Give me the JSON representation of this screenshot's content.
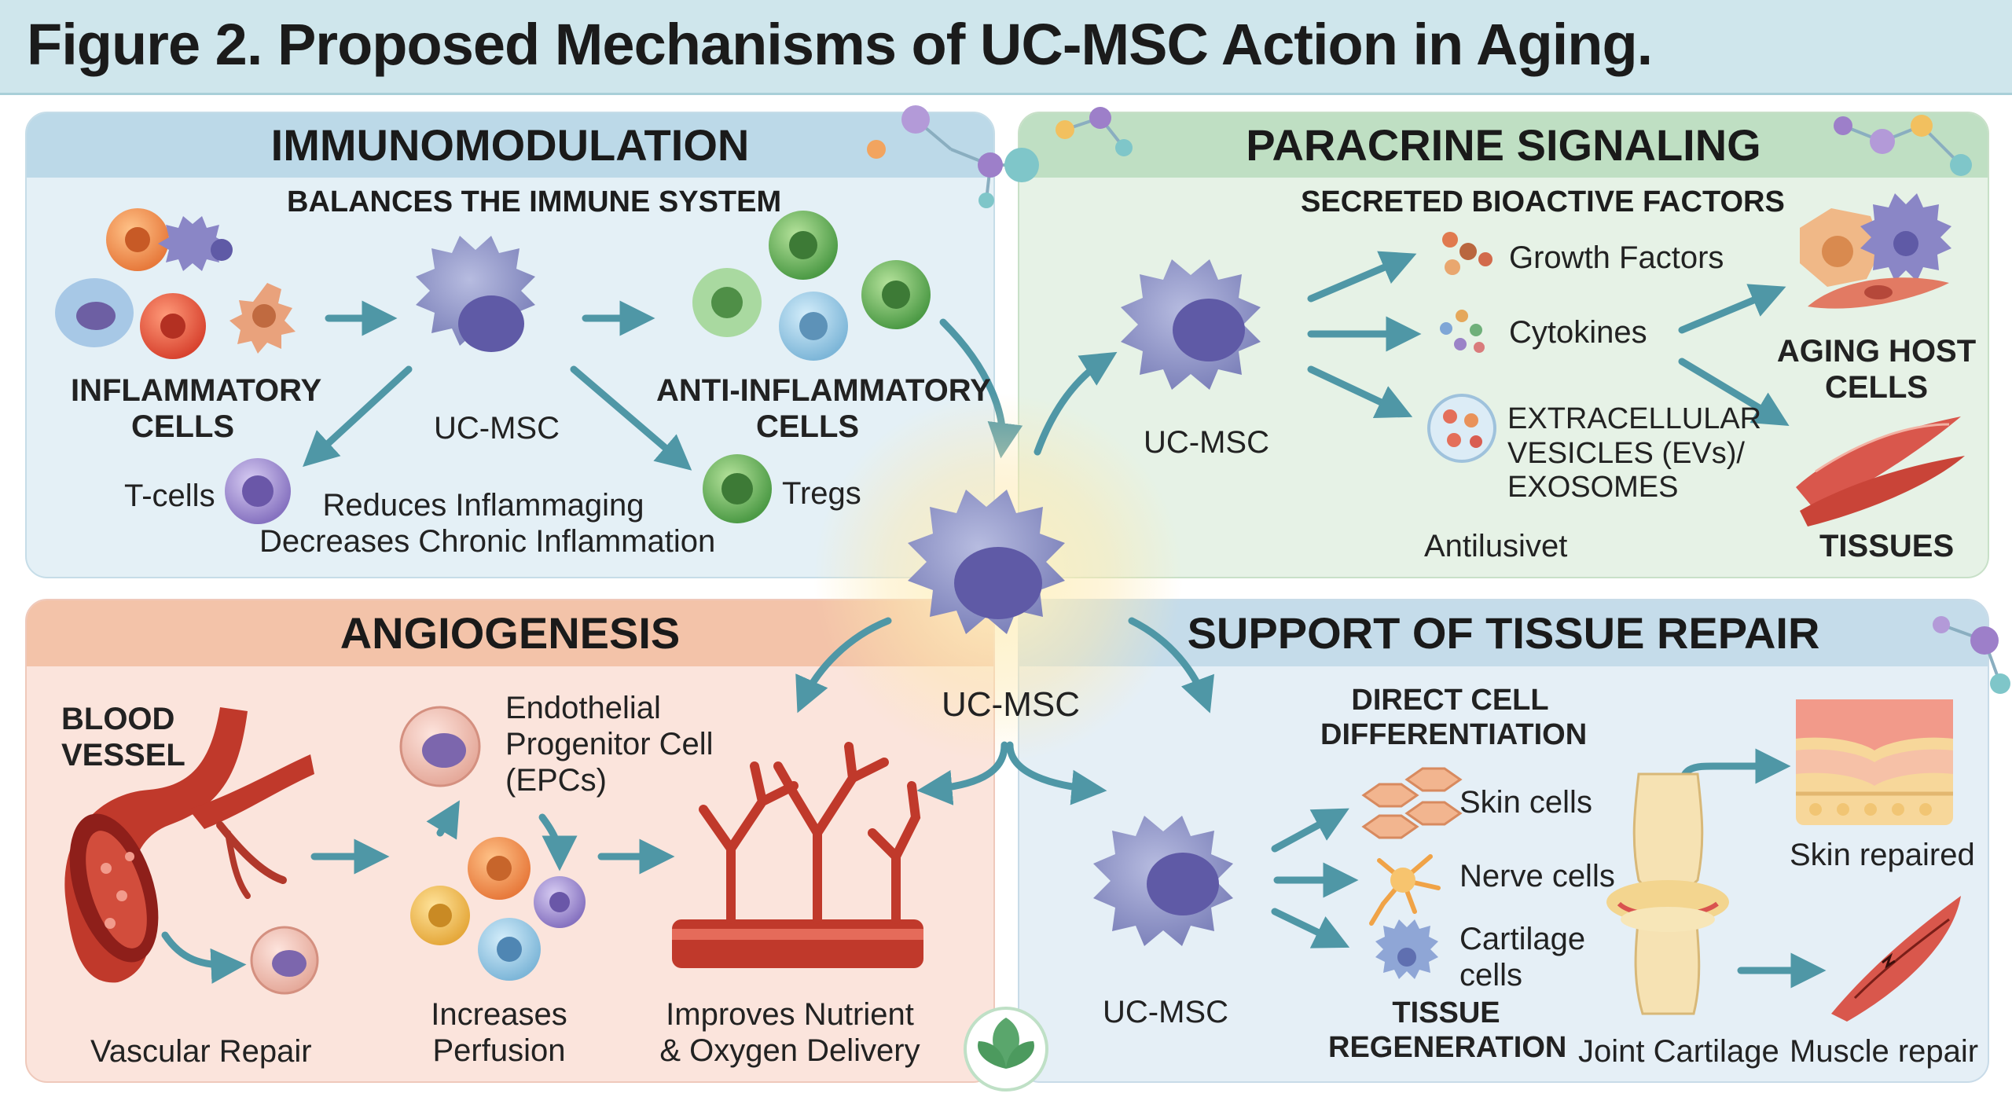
{
  "title": "Figure 2. Proposed Mechanisms of UC-MSC Action in Aging.",
  "center": {
    "label": "UC-MSC"
  },
  "immunomodulation": {
    "header": "IMMUNOMODULATION",
    "subtitle": "BALANCES THE IMMUNE SYSTEM",
    "inflammatory_line1": "INFLAMMATORY",
    "inflammatory_line2": "CELLS",
    "msc_label": "UC-MSC",
    "anti_line1": "ANTI-INFLAMMATORY",
    "anti_line2": "CELLS",
    "tcells": "T-cells",
    "tregs": "Tregs",
    "note_line1": "Reduces Inflammaging",
    "note_line2": "Decreases Chronic Inflammation"
  },
  "paracrine": {
    "header": "PARACRINE SIGNALING",
    "subtitle": "SECRETED BIOACTIVE FACTORS",
    "msc_label": "UC-MSC",
    "growth_factors": "Growth Factors",
    "cytokines": "Cytokines",
    "ev_line1": "EXTRACELLULAR",
    "ev_line2": "VESICLES (EVs)/",
    "ev_line3": "EXOSOMES",
    "aging_line1": "AGING HOST",
    "aging_line2": "CELLS",
    "tissues": "TISSUES",
    "footer": "Antilusivet"
  },
  "angiogenesis": {
    "header": "ANGIOGENESIS",
    "blood_line1": "BLOOD",
    "blood_line2": "VESSEL",
    "epc_line1": "Endothelial",
    "epc_line2": "Progenitor Cell",
    "epc_line3": "(EPCs)",
    "vascular_repair": "Vascular Repair",
    "perf_line1": "Increases",
    "perf_line2": "Perfusion",
    "nut_line1": "Improves Nutrient",
    "nut_line2": "& Oxygen Delivery"
  },
  "tissue_repair": {
    "header": "SUPPORT OF TISSUE REPAIR",
    "diff_line1": "DIRECT CELL",
    "diff_line2": "DIFFERENTIATION",
    "skin_cells": "Skin cells",
    "nerve_cells": "Nerve cells",
    "cart_line1": "Cartilage",
    "cart_line2": "cells",
    "regen_line1": "TISSUE",
    "regen_line2": "REGENERATION",
    "msc_label": "UC-MSC",
    "joint_cartilage": "Joint Cartilage",
    "skin_repaired": "Skin repaired",
    "muscle_repair": "Muscle repair"
  },
  "colors": {
    "msc": "#8a8fc4",
    "msc_nucleus": "#5f5aa6",
    "arrow": "#4f97a6",
    "inflammatory": "#e0523f",
    "anti_inflammatory": "#5fae57",
    "vessel": "#c0392b"
  }
}
